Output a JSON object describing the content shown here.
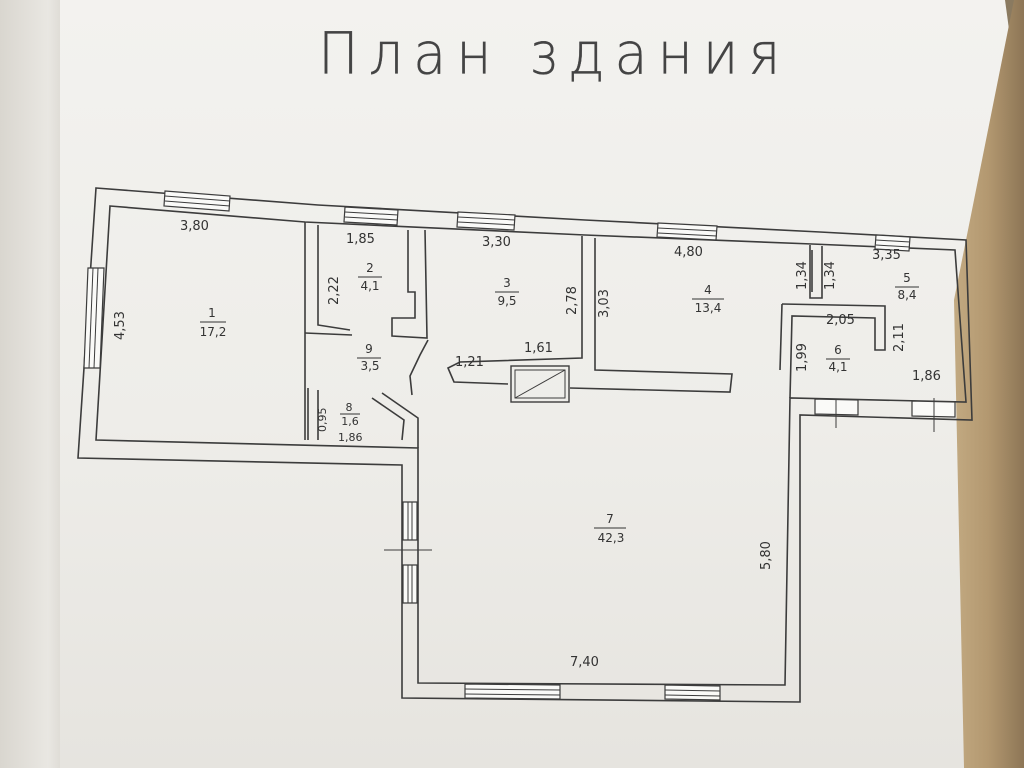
{
  "title": "План здания",
  "rooms": [
    {
      "number": "1",
      "area": "17,2"
    },
    {
      "number": "2",
      "area": "4,1"
    },
    {
      "number": "3",
      "area": "9,5"
    },
    {
      "number": "4",
      "area": "13,4"
    },
    {
      "number": "5",
      "area": "8,4"
    },
    {
      "number": "6",
      "area": "4,1"
    },
    {
      "number": "7",
      "area": "42,3"
    },
    {
      "number": "8",
      "area": "1,6"
    },
    {
      "number": "9",
      "area": "3,5"
    }
  ],
  "dimensions": {
    "r1_top": "3,80",
    "r1_side": "4,53",
    "r2_top": "1,85",
    "r2_side": "2,22",
    "r3_top": "3,30",
    "r3_side": "2,78",
    "r4_top": "4,80",
    "r4_side": "3,03",
    "corridor_134a": "1,34",
    "corridor_134b": "1,34",
    "r5_top": "3,35",
    "r6_top": "2,05",
    "r6_right": "2,11",
    "r6_left": "1,99",
    "r6_bottom": "1,86",
    "r8_side": "0,95",
    "r8_bottom": "1,86",
    "stair_121": "1,21",
    "stair_161": "1,61",
    "r7_side": "5,80",
    "r7_bottom": "7,40"
  }
}
